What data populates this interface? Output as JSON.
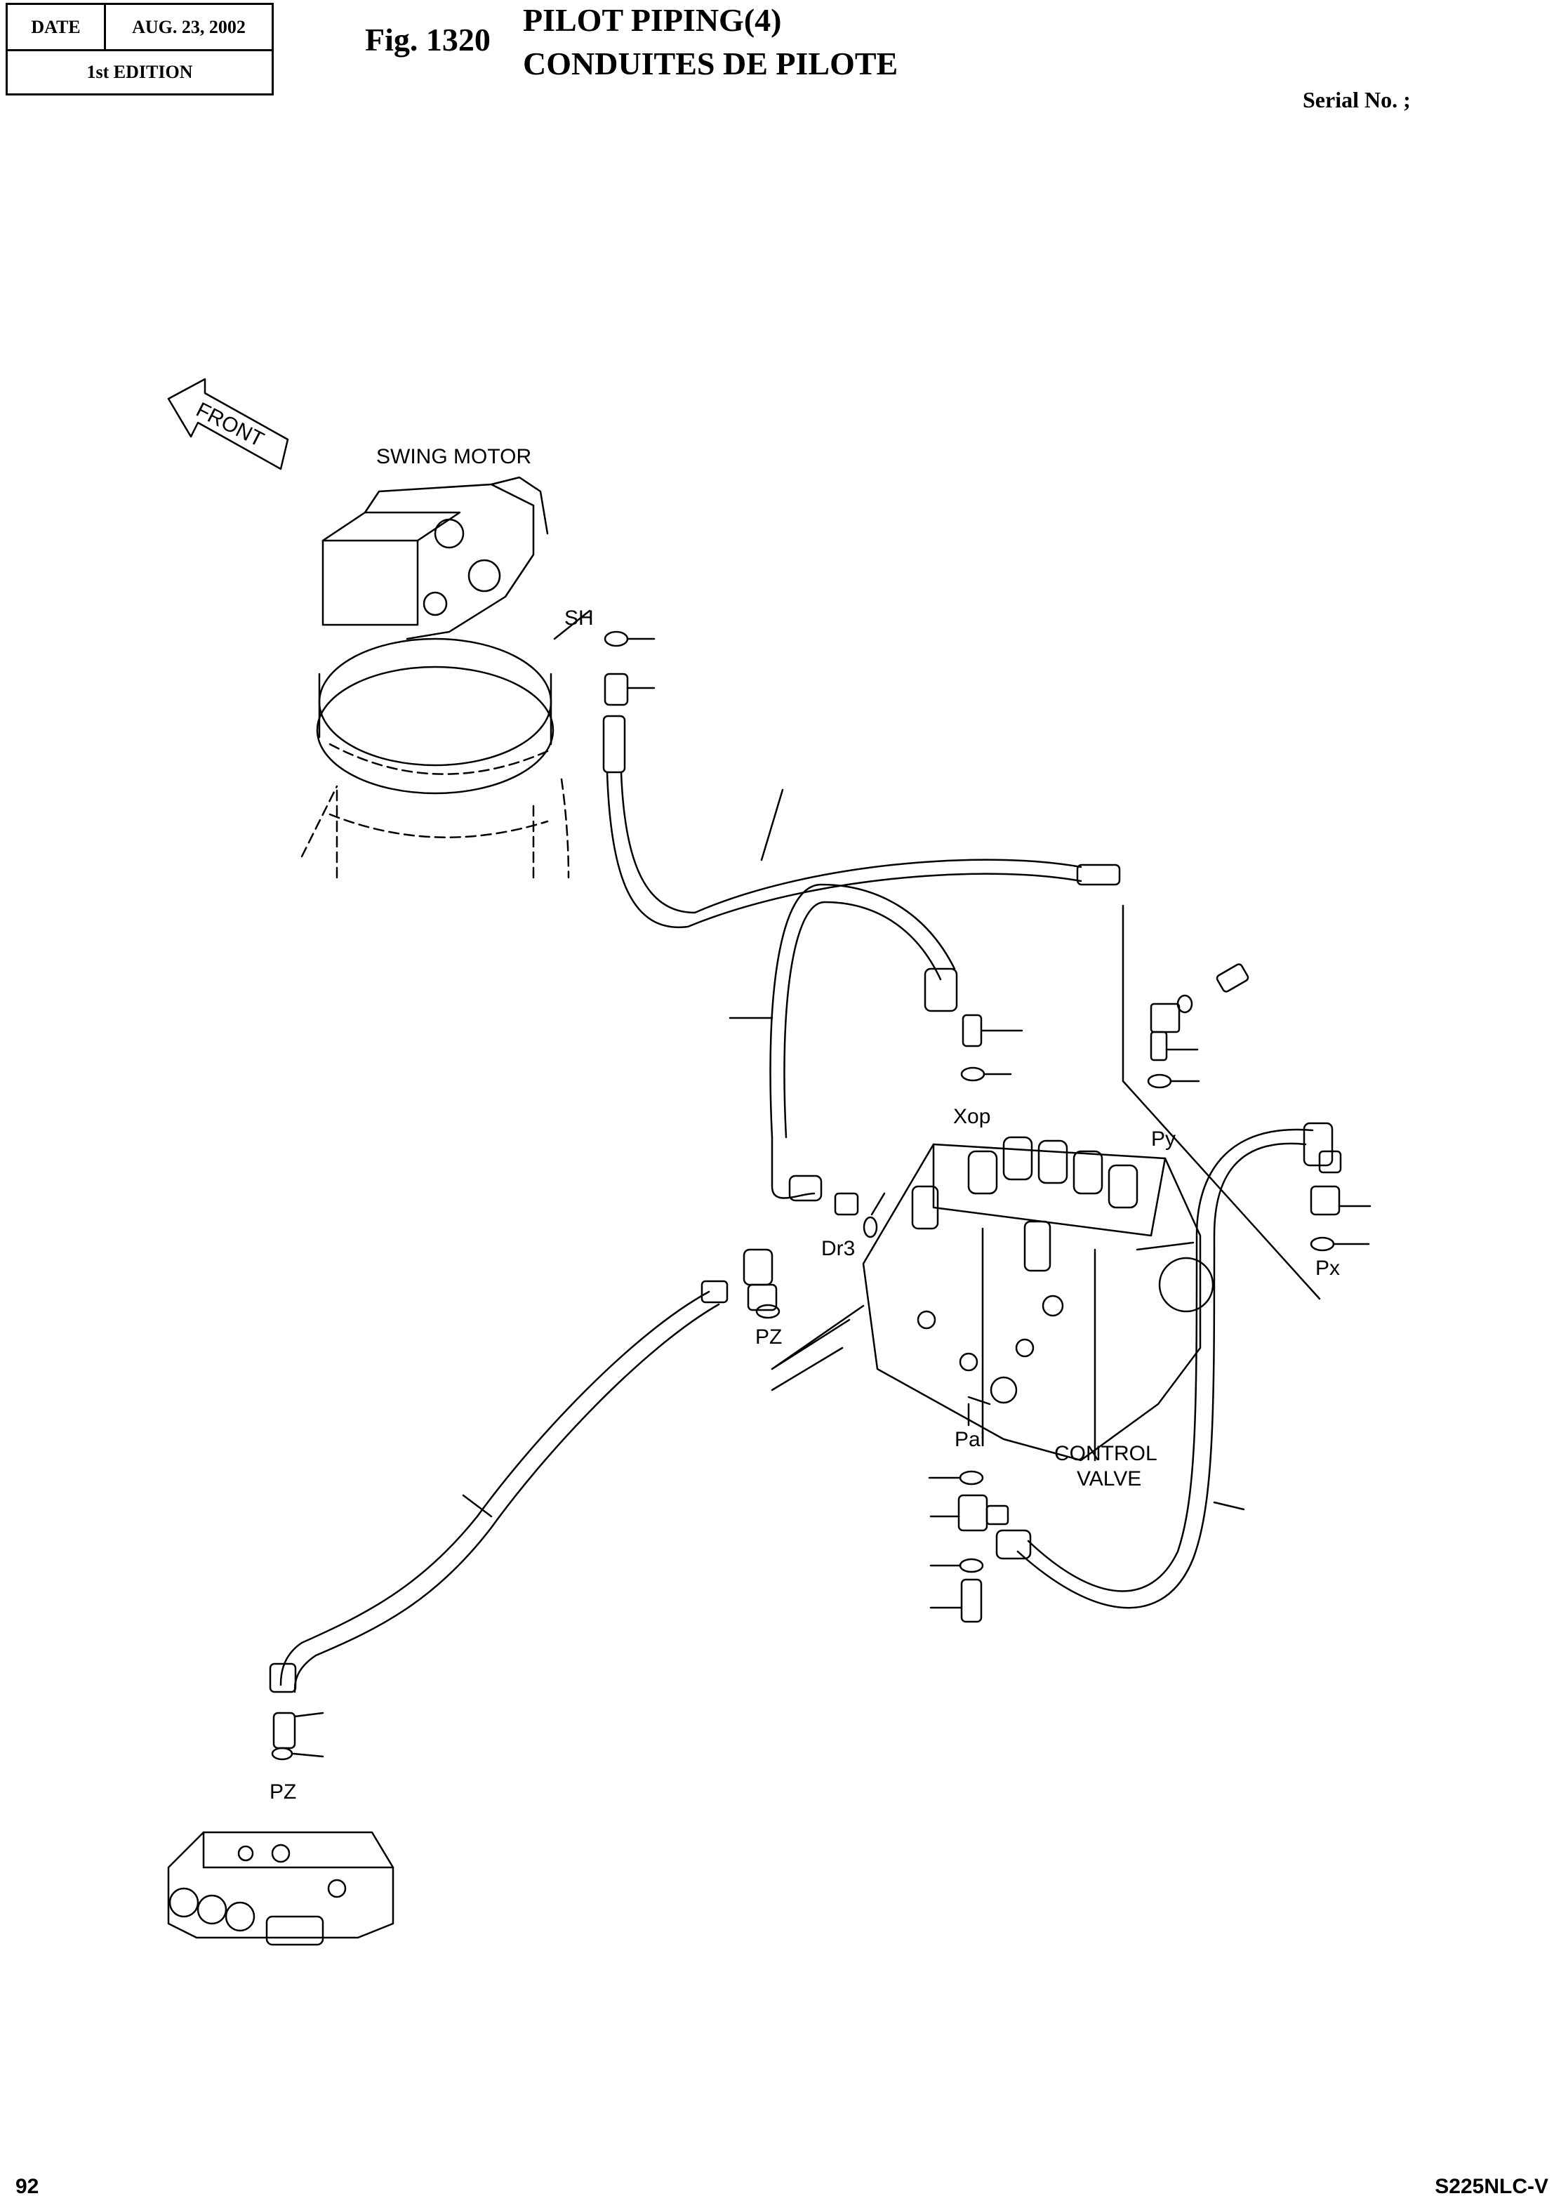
{
  "header": {
    "date_label": "DATE",
    "date_value": "AUG. 23, 2002",
    "edition": "1st EDITION",
    "fig_number": "Fig. 1320",
    "title_en": "PILOT PIPING(4)",
    "title_fr": "CONDUITES DE PILOTE",
    "serial": "Serial No. ;"
  },
  "labels": {
    "front": "FRONT",
    "swing_motor": "SWING MOTOR",
    "sh": "SH",
    "xop": "Xop",
    "py": "Py",
    "dr3": "Dr3",
    "px": "Px",
    "pz_upper": "PZ",
    "pal": "Pal",
    "control_valve_1": "CONTROL",
    "control_valve_2": "VALVE",
    "pz_lower": "PZ"
  },
  "footer": {
    "page": "92",
    "model": "S225NLC-V"
  }
}
